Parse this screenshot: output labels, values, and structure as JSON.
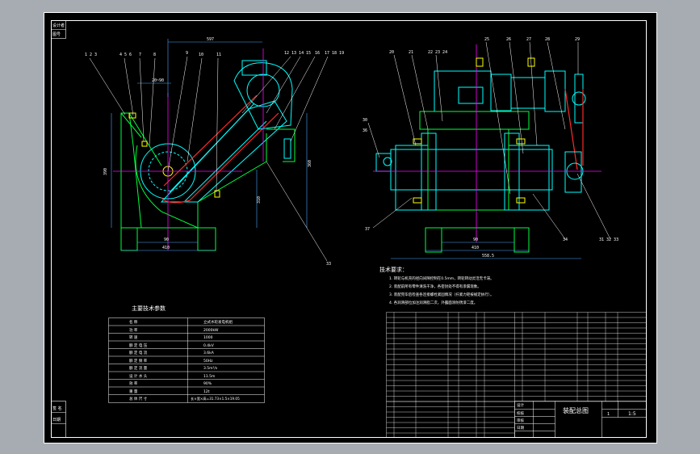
{
  "colors": {
    "viewport_bg": "#a7acb2",
    "sheet_bg": "#000000",
    "frame": "#ffffff",
    "outline_green": "#00ff3c",
    "cyan": "#00ffff",
    "magenta": "#ff00ff",
    "dim_blue": "#4da6ff",
    "red": "#ff2a2a",
    "yellow": "#ffff00"
  },
  "balloons_left": [
    "1 2 3",
    "4 5 6",
    "7",
    "8",
    "9",
    "10",
    "11",
    "12 13 14",
    "15",
    "16",
    "17 18 19",
    "33"
  ],
  "balloons_right": [
    "20",
    "21",
    "22 23 24",
    "25",
    "26",
    "27",
    "28",
    "29",
    "30",
    "31 32 33",
    "34",
    "36",
    "37"
  ],
  "dimensions_left": [
    "597",
    "20~90",
    "390",
    "360",
    "310",
    "90",
    "410"
  ],
  "dimensions_right": [
    "90",
    "410",
    "558.5"
  ],
  "tech_requirements": {
    "title": "技术要求：",
    "items": [
      "1. 转轮与机壳的径向间隙控制在0.5mm，转轮转动灵活无卡滞。",
      "2. 装配前所有零件清洗干净，各密封处不得有渗漏现象。",
      "3. 装配完毕后检查各连接螺栓紧固情况（拧紧力矩按规定执行）。",
      "4. 各润滑部位加注润滑脂二次，外露面涂防锈漆二度。"
    ]
  },
  "spec_table": {
    "title": "主要技术参数",
    "rows": [
      [
        "名    称",
        "立式水轮发电机组"
      ],
      [
        "功    率",
        "2000kW"
      ],
      [
        "转    速",
        "1000"
      ],
      [
        "额 定 电 压",
        "0.4kV"
      ],
      [
        "额 定 电 流",
        "3.6kA"
      ],
      [
        "额 定 频 率",
        "50Hz"
      ],
      [
        "额 定 流 量",
        "3.5m³/s"
      ],
      [
        "设 计 水 头",
        "11.5m"
      ],
      [
        "效    率",
        "90%"
      ],
      [
        "重    量",
        "12t"
      ],
      [
        "总 体 尺 寸",
        "长×宽×高=31.73×1.5×19.05"
      ]
    ]
  },
  "title_block": {
    "drawing_title": "装配总图",
    "scale": "1:5",
    "sheet": "1",
    "designer_label": "设计",
    "checker_label": "校核",
    "approver_label": "审核",
    "date_label": "日期"
  },
  "side_labels": [
    "设计者",
    "图号",
    "签 名",
    "日期"
  ]
}
